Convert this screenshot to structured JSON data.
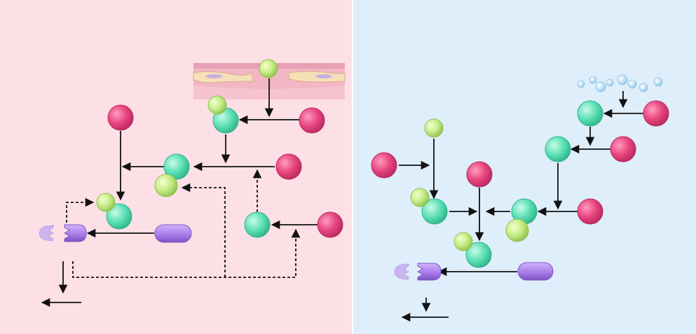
{
  "panels": [
    {
      "id": "left",
      "background": "#fde0e6"
    },
    {
      "id": "right",
      "background": "#dfeefb"
    }
  ],
  "colors": {
    "factor_pink": "#e8457e",
    "factor_teal": "#5ee0b6",
    "factor_green": "#c4ec84",
    "substrate_purple": "#a678e6",
    "substrate_cleaved": "#cbb4f0",
    "vessel_wall": "#f2b6c4",
    "vessel_lumen": "#f7c6d2",
    "platelet_blue": "#bfe0f5",
    "arrow": "#111111"
  },
  "glyphs": {
    "factor": "circle",
    "substrate": "capsule",
    "cleaved_substrate": "pacman-capsule",
    "vessel": "vessel-wall-cross-section",
    "particles": "small-spheres"
  }
}
